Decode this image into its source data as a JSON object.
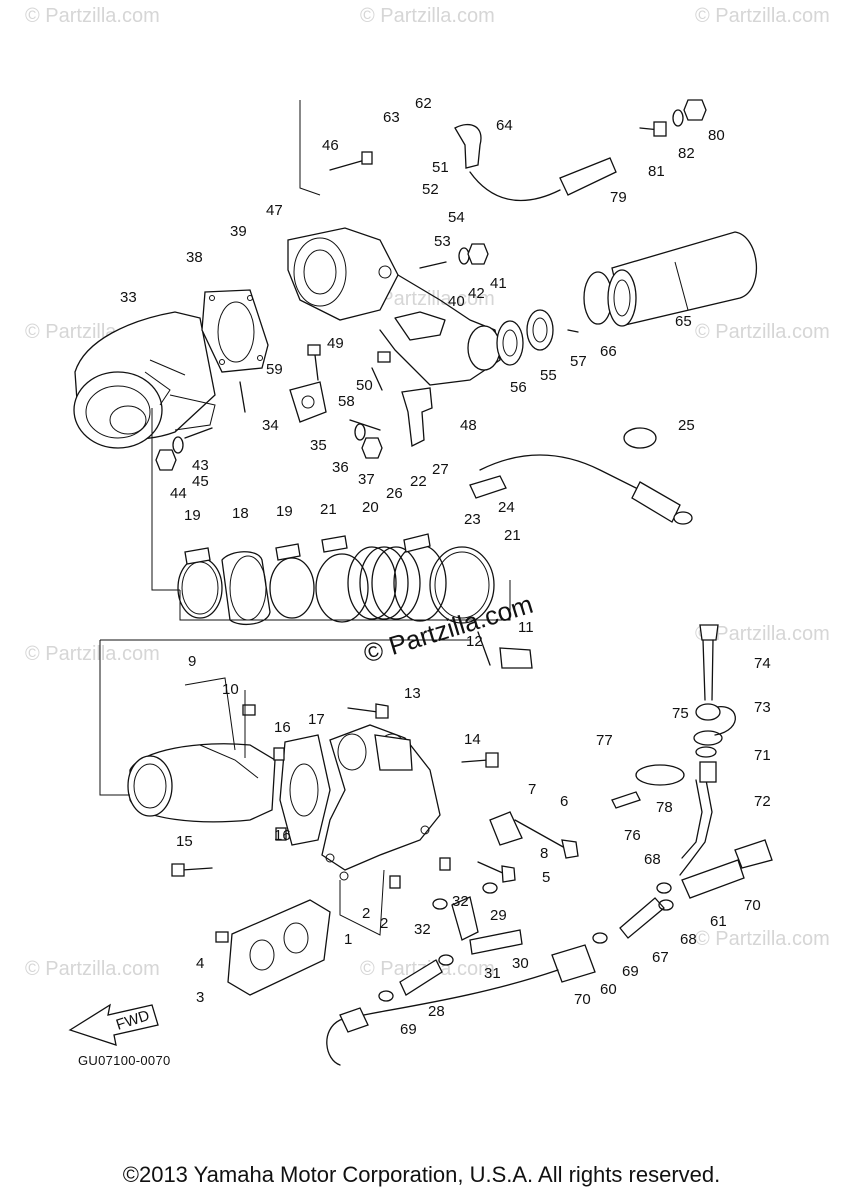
{
  "watermark": {
    "text": "© Partzilla.com",
    "center_text": "© Partzilla.com"
  },
  "diagram": {
    "doc_code": "GU07100-0070",
    "fwd_label": "FWD",
    "callouts": [
      {
        "n": "62"
      },
      {
        "n": "63"
      },
      {
        "n": "64"
      },
      {
        "n": "80"
      },
      {
        "n": "82"
      },
      {
        "n": "81"
      },
      {
        "n": "79"
      },
      {
        "n": "46"
      },
      {
        "n": "51"
      },
      {
        "n": "52"
      },
      {
        "n": "54"
      },
      {
        "n": "53"
      },
      {
        "n": "47"
      },
      {
        "n": "39"
      },
      {
        "n": "41"
      },
      {
        "n": "42"
      },
      {
        "n": "40"
      },
      {
        "n": "38"
      },
      {
        "n": "33"
      },
      {
        "n": "65"
      },
      {
        "n": "66"
      },
      {
        "n": "57"
      },
      {
        "n": "55"
      },
      {
        "n": "56"
      },
      {
        "n": "49"
      },
      {
        "n": "59"
      },
      {
        "n": "50"
      },
      {
        "n": "58"
      },
      {
        "n": "34"
      },
      {
        "n": "48"
      },
      {
        "n": "35"
      },
      {
        "n": "36"
      },
      {
        "n": "37"
      },
      {
        "n": "43"
      },
      {
        "n": "44"
      },
      {
        "n": "45"
      },
      {
        "n": "25"
      },
      {
        "n": "27"
      },
      {
        "n": "22"
      },
      {
        "n": "26"
      },
      {
        "n": "24"
      },
      {
        "n": "23"
      },
      {
        "n": "19"
      },
      {
        "n": "18"
      },
      {
        "n": "19"
      },
      {
        "n": "21"
      },
      {
        "n": "20"
      },
      {
        "n": "21"
      },
      {
        "n": "11"
      },
      {
        "n": "12"
      },
      {
        "n": "9"
      },
      {
        "n": "10"
      },
      {
        "n": "13"
      },
      {
        "n": "16"
      },
      {
        "n": "17"
      },
      {
        "n": "14"
      },
      {
        "n": "16"
      },
      {
        "n": "15"
      },
      {
        "n": "74"
      },
      {
        "n": "73"
      },
      {
        "n": "75"
      },
      {
        "n": "77"
      },
      {
        "n": "71"
      },
      {
        "n": "72"
      },
      {
        "n": "78"
      },
      {
        "n": "76"
      },
      {
        "n": "7"
      },
      {
        "n": "6"
      },
      {
        "n": "8"
      },
      {
        "n": "5"
      },
      {
        "n": "68"
      },
      {
        "n": "68"
      },
      {
        "n": "61"
      },
      {
        "n": "70"
      },
      {
        "n": "67"
      },
      {
        "n": "69"
      },
      {
        "n": "60"
      },
      {
        "n": "70"
      },
      {
        "n": "32"
      },
      {
        "n": "29"
      },
      {
        "n": "32"
      },
      {
        "n": "30"
      },
      {
        "n": "31"
      },
      {
        "n": "2"
      },
      {
        "n": "2"
      },
      {
        "n": "1"
      },
      {
        "n": "4"
      },
      {
        "n": "3"
      },
      {
        "n": "28"
      },
      {
        "n": "69"
      }
    ]
  },
  "footer": {
    "copyright": "©2013 Yamaha Motor Corporation, U.S.A. All rights reserved."
  }
}
